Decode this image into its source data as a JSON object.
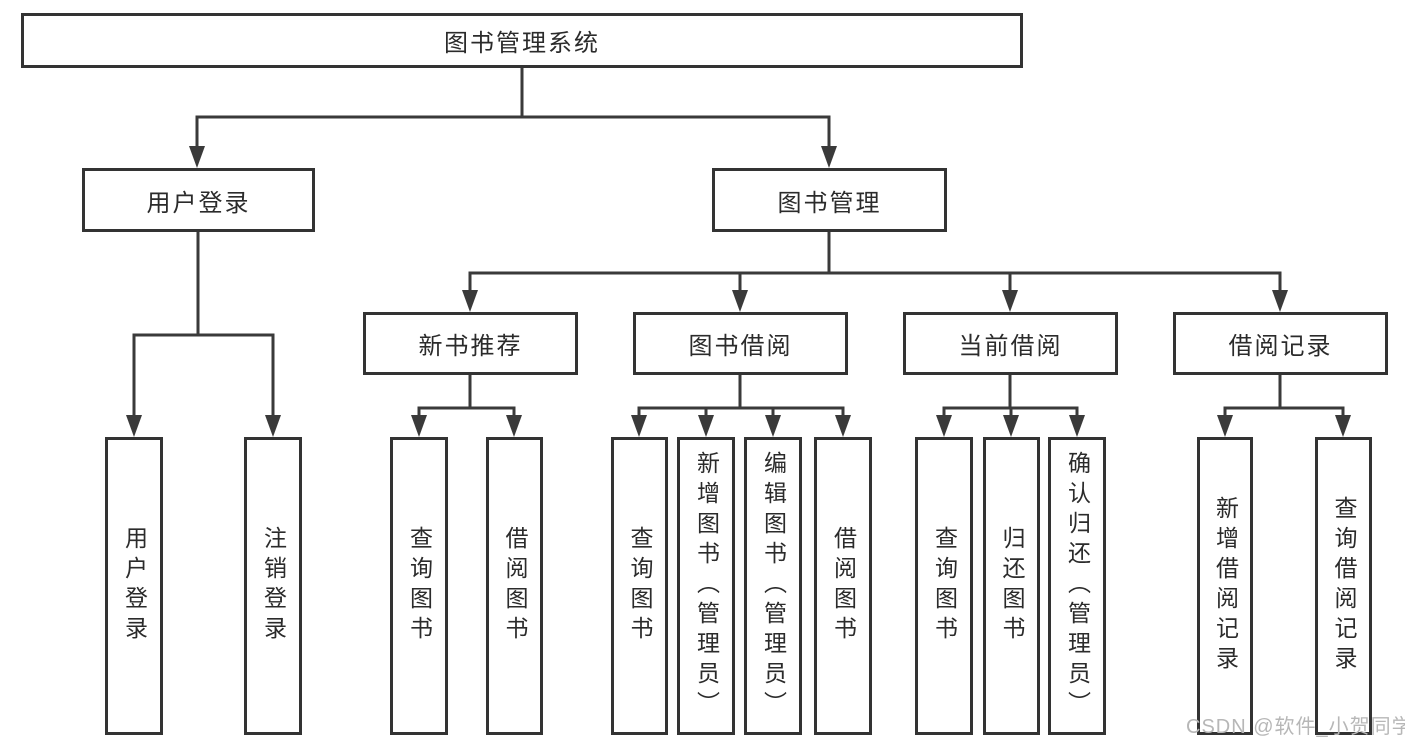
{
  "tree": {
    "label": "图书管理系统",
    "children": [
      {
        "label": "用户登录",
        "children": [
          {
            "label": "用户登录"
          },
          {
            "label": "注销登录"
          }
        ]
      },
      {
        "label": "图书管理",
        "children": [
          {
            "label": "新书推荐",
            "children": [
              {
                "label": "查询图书"
              },
              {
                "label": "借阅图书"
              }
            ]
          },
          {
            "label": "图书借阅",
            "children": [
              {
                "label": "查询图书"
              },
              {
                "label": "新增图书（管理员）"
              },
              {
                "label": "编辑图书（管理员）"
              },
              {
                "label": "借阅图书"
              }
            ]
          },
          {
            "label": "当前借阅",
            "children": [
              {
                "label": "查询图书"
              },
              {
                "label": "归还图书"
              },
              {
                "label": "确认归还（管理员）"
              }
            ]
          },
          {
            "label": "借阅记录",
            "children": [
              {
                "label": "新增借阅记录"
              },
              {
                "label": "查询借阅记录"
              }
            ]
          }
        ]
      }
    ]
  },
  "watermark": {
    "text": "CSDN @软件_小贺同学"
  },
  "colors": {
    "line": "#3a3a3a",
    "box_border": "#333333",
    "text": "#2b2b2b",
    "watermark": "#b7b7b7",
    "background": "#ffffff"
  }
}
